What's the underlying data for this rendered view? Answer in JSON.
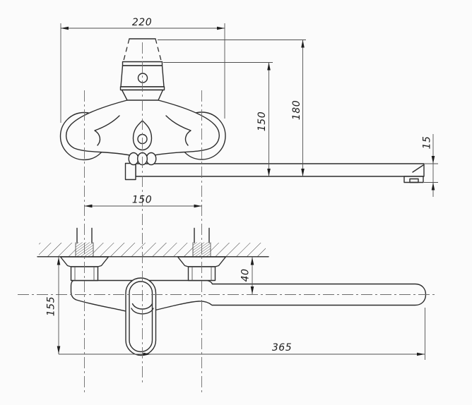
{
  "drawing": {
    "description": "Two-view dimensional technical drawing of a wall-mounted single-lever mixer faucet with long swivel spout",
    "background_color": "#fbfbfb",
    "line_color": "#2d2d2d",
    "thin_line_color": "#4f4f4f",
    "centerline_color": "#6d6d6d",
    "dimensions_mm": {
      "front_overall_width": "220",
      "front_lever_joint_to_spout": "150",
      "front_lever_top_to_spout": "180",
      "front_spout_tip_height": "15",
      "plan_mount_spacing": "150",
      "plan_wall_to_spout_axis": "40",
      "plan_body_depth": "155",
      "plan_spout_reach": "365"
    }
  }
}
